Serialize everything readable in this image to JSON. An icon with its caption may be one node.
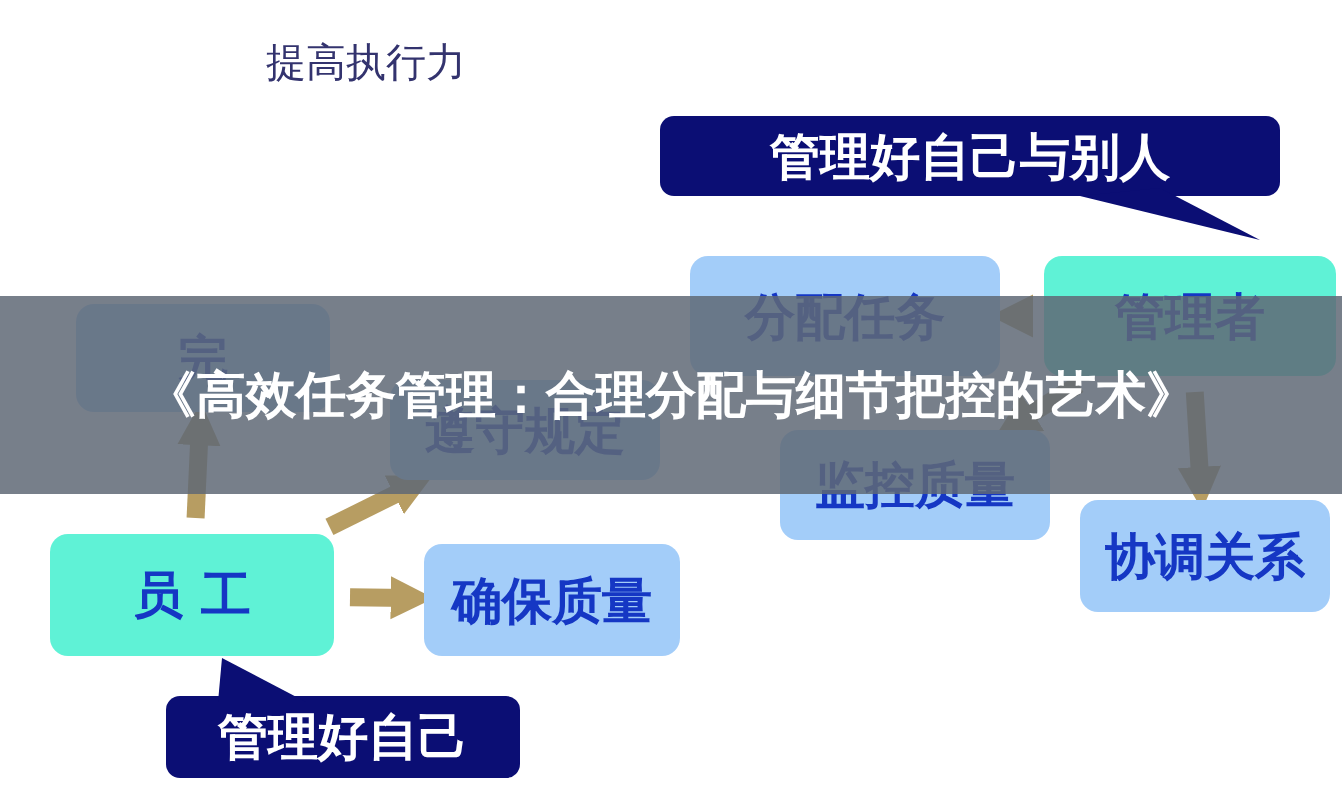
{
  "diagram": {
    "title": "提高执行力",
    "nodes": [
      {
        "text": [
          "管理好自己与别人"
        ]
      },
      {
        "text": [
          "分配任务"
        ]
      },
      {
        "text": [
          "管理者"
        ]
      },
      {
        "text": [
          "完"
        ]
      },
      {
        "text": [
          "遵守规定"
        ]
      },
      {
        "text": [
          "监控质量"
        ]
      },
      {
        "text": [
          "协调关系"
        ]
      },
      {
        "text": [
          "员 工"
        ]
      },
      {
        "text": [
          "确保质量"
        ]
      },
      {
        "text": [
          "管理好自己"
        ]
      }
    ],
    "edges": [
      {
        "from": 2,
        "to": 1,
        "arrow": "to"
      },
      {
        "from": 2,
        "to": 5,
        "arrow": "to"
      },
      {
        "from": 2,
        "to": 6,
        "arrow": "to"
      },
      {
        "from": 7,
        "to": 3,
        "arrow": "to"
      },
      {
        "from": 7,
        "to": 4,
        "arrow": "to"
      },
      {
        "from": 7,
        "to": 8,
        "arrow": "to"
      }
    ],
    "labels": [
      "《高效任务管理：合理分配与细节把控的艺术》"
    ]
  }
}
